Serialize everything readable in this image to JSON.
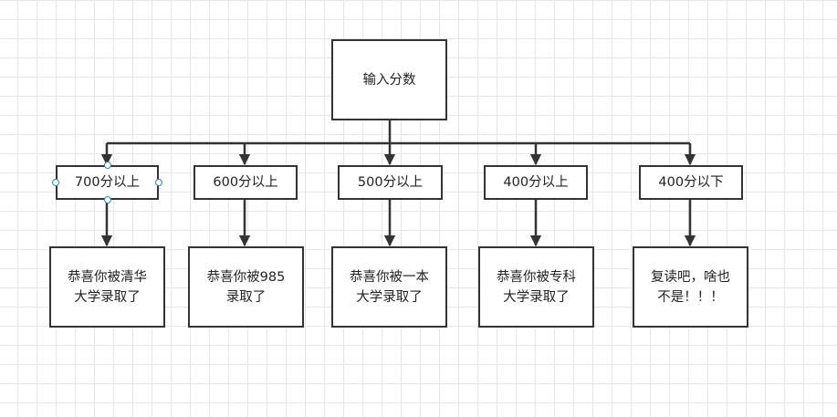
{
  "diagram": {
    "root": {
      "label": "输入分数"
    },
    "branches": [
      {
        "condition": "700分以上",
        "result": "恭喜你被清华\n大学录取了",
        "selected": true
      },
      {
        "condition": "600分以上",
        "result": "恭喜你被985\n录取了",
        "selected": false
      },
      {
        "condition": "500分以上",
        "result": "恭喜你被一本\n大学录取了",
        "selected": false
      },
      {
        "condition": "400分以上",
        "result": "恭喜你被专科\n大学录取了",
        "selected": false
      },
      {
        "condition": "400分以下",
        "result": "复读吧，啥也\n不是！！！",
        "selected": false
      }
    ]
  },
  "colors": {
    "line": "#333333",
    "selection_handle": "#2a84c9",
    "grid": "#e6e6e6"
  }
}
